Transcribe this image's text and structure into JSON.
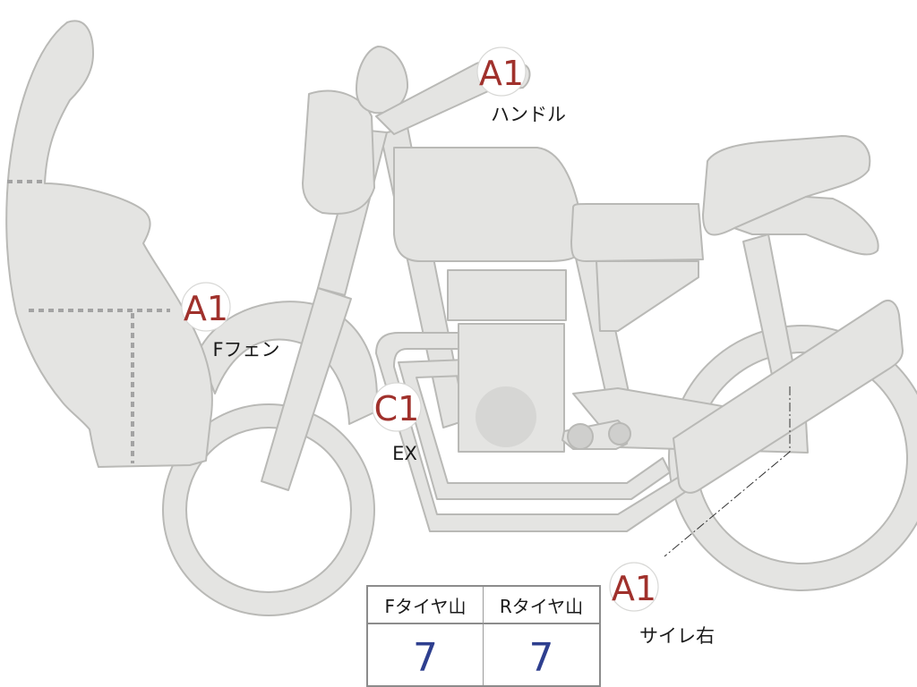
{
  "colors": {
    "part_fill": "#e4e4e2",
    "part_outline": "#b9b9b6",
    "badge_text": "#a0312c",
    "tread_value": "#2e3f8f"
  },
  "markers": [
    {
      "id": "handle",
      "code": "A1",
      "label": "ハンドル"
    },
    {
      "id": "front-fender",
      "code": "A1",
      "label": "Fフェン"
    },
    {
      "id": "exhaust",
      "code": "C1",
      "label": "EX"
    },
    {
      "id": "muffler-right",
      "code": "A1",
      "label": "サイレ右"
    }
  ],
  "tread_table": {
    "front_header": "Fタイヤ山",
    "rear_header": "Rタイヤ山",
    "front_value": "7",
    "rear_value": "7"
  }
}
